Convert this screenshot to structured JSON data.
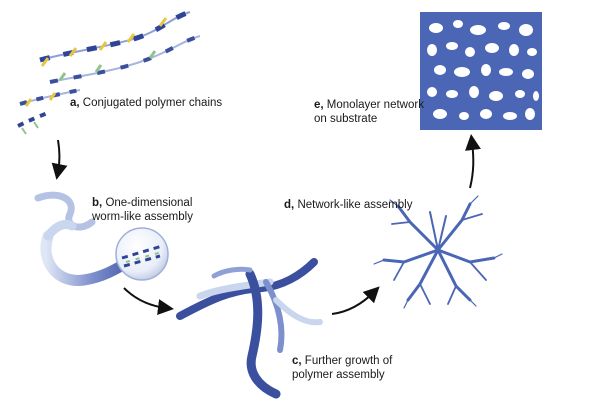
{
  "stages": [
    {
      "id": "a",
      "letter": "a,",
      "lines": [
        "Conjugated polymer chains"
      ]
    },
    {
      "id": "b",
      "letter": "b,",
      "lines": [
        "One-dimensional",
        "worm-like assembly"
      ]
    },
    {
      "id": "c",
      "letter": "c,",
      "lines": [
        "Further growth of",
        "polymer assembly"
      ]
    },
    {
      "id": "d",
      "letter": "d,",
      "lines": [
        "Network-like assembly"
      ]
    },
    {
      "id": "e",
      "letter": "e,",
      "lines": [
        "Monolayer network",
        "on substrate"
      ]
    }
  ],
  "colors": {
    "ribbon_dark": "#3a4f9e",
    "ribbon_light": "#c9d6ee",
    "network": "#4a66b4",
    "arrow": "#111111",
    "chain_yellow": "#e8c640",
    "chain_green": "#8fc48a"
  }
}
